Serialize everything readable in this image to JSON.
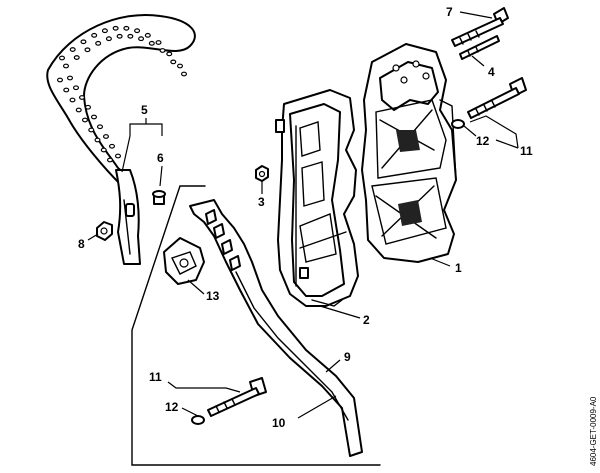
{
  "drawing_code": "4604-GET-0009-A0",
  "callouts": {
    "c1": "1",
    "c2": "2",
    "c3": "3",
    "c4": "4",
    "c5": "5",
    "c6": "6",
    "c7": "7",
    "c8": "8",
    "c9": "9",
    "c10": "10",
    "c11a": "11",
    "c11b": "11",
    "c12a": "12",
    "c12b": "12",
    "c13": "13"
  }
}
